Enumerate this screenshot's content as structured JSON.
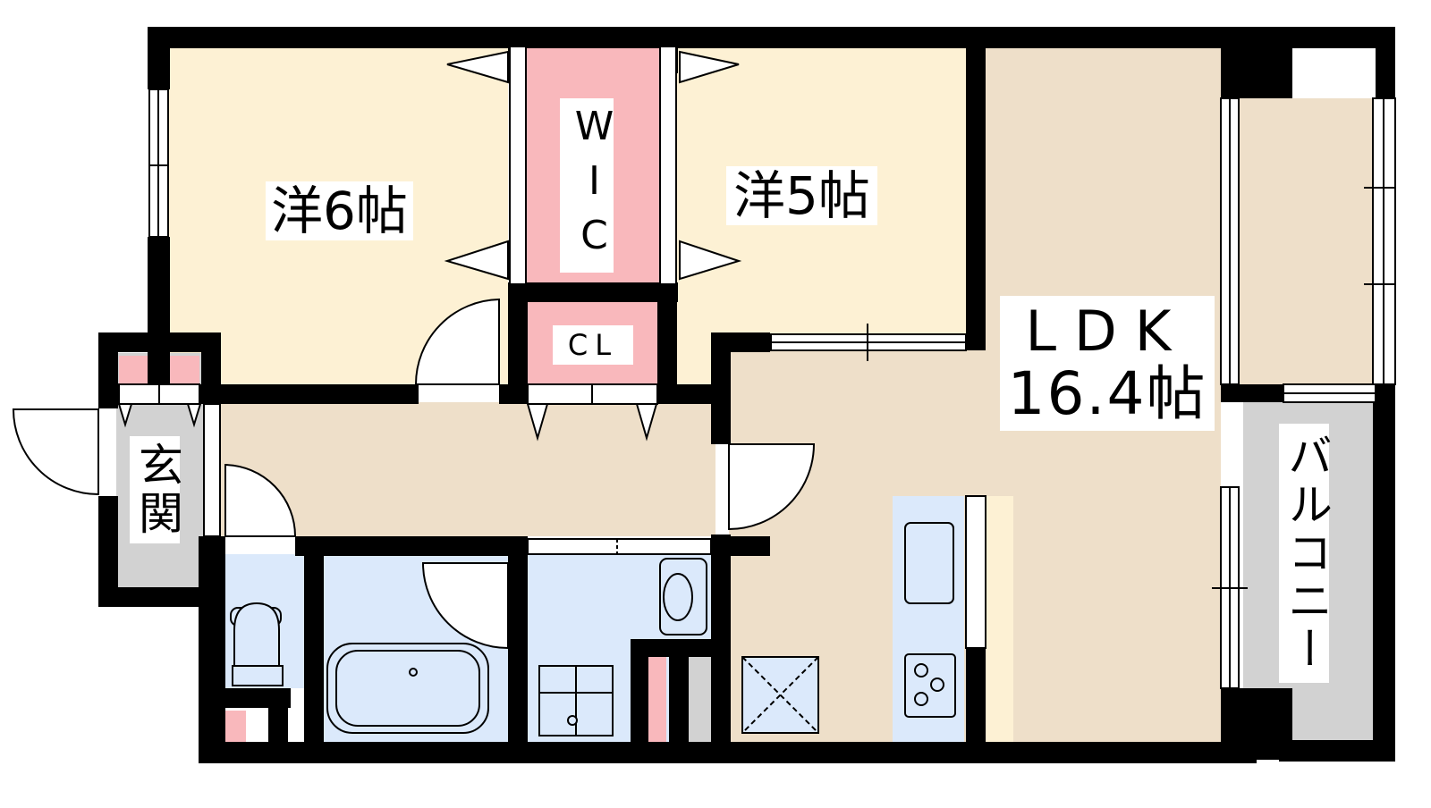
{
  "rooms": {
    "western_6": {
      "label": "洋6帖"
    },
    "western_5": {
      "label": "洋5帖"
    },
    "walk_in_closet": {
      "label": "WIC"
    },
    "closet": {
      "label": "CL"
    },
    "ldk": {
      "label": "LDK",
      "size": "16.4帖"
    },
    "entrance": {
      "label": "玄関"
    },
    "balcony": {
      "label": "バルコニー"
    }
  },
  "colors": {
    "wall": "#000000",
    "bedroom_floor": "#fdf1d4",
    "ldk_floor": "#eedfc9",
    "closet_fill": "#f9b8bc",
    "wet_area": "#dbe9fb",
    "entrance_floor": "#d2d2d2",
    "balcony_floor": "#d2d2d2",
    "window_glass": "#ffffff"
  }
}
